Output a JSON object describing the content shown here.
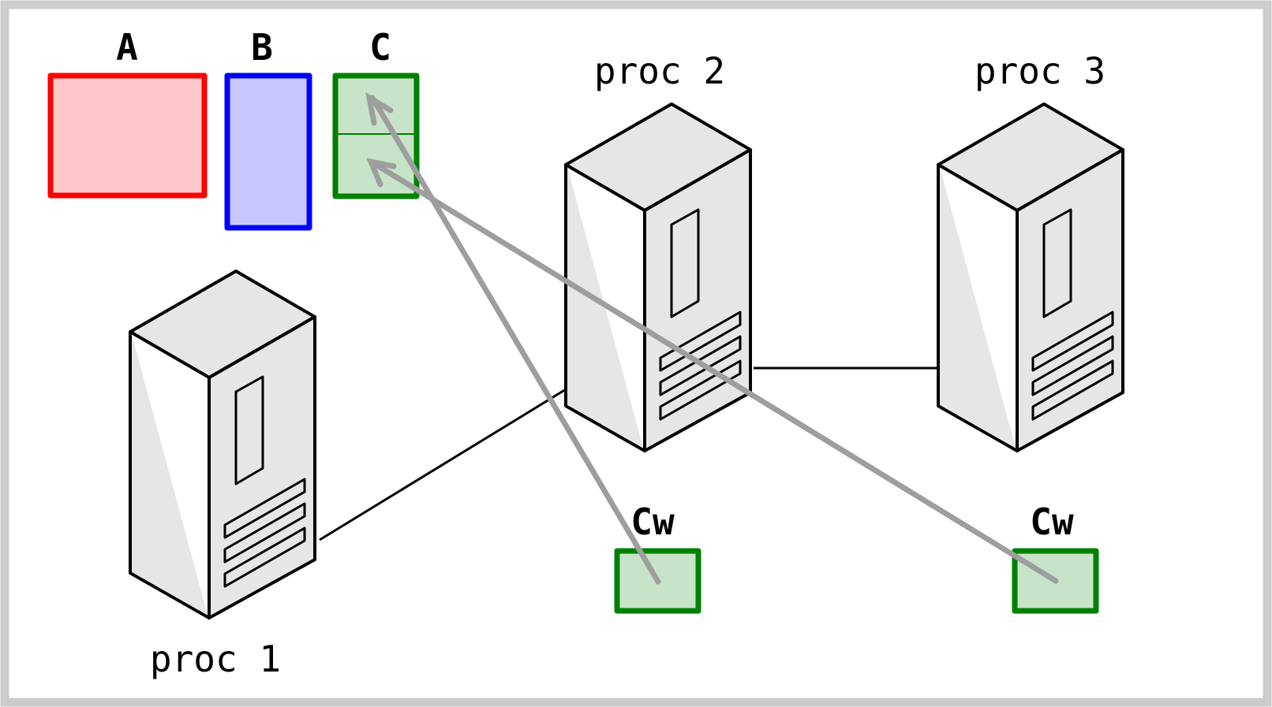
{
  "labels": {
    "matrix_a": "A",
    "matrix_b": "B",
    "matrix_c": "C",
    "proc1": "proc 1",
    "proc2": "proc 2",
    "proc3": "proc 3",
    "cw_proc2": "Cw",
    "cw_proc3": "Cw"
  },
  "colors": {
    "frame": "#cccccc",
    "a_stroke": "#ff0000",
    "a_fill": "#ffc8c8",
    "b_stroke": "#0000ff",
    "b_fill": "#c8c8ff",
    "c_stroke": "#008000",
    "c_fill": "#c8e4c8",
    "arrow": "#9e9e9e",
    "server_light": "#e6e6e6",
    "server_white": "#ffffff",
    "ink": "#000000"
  }
}
